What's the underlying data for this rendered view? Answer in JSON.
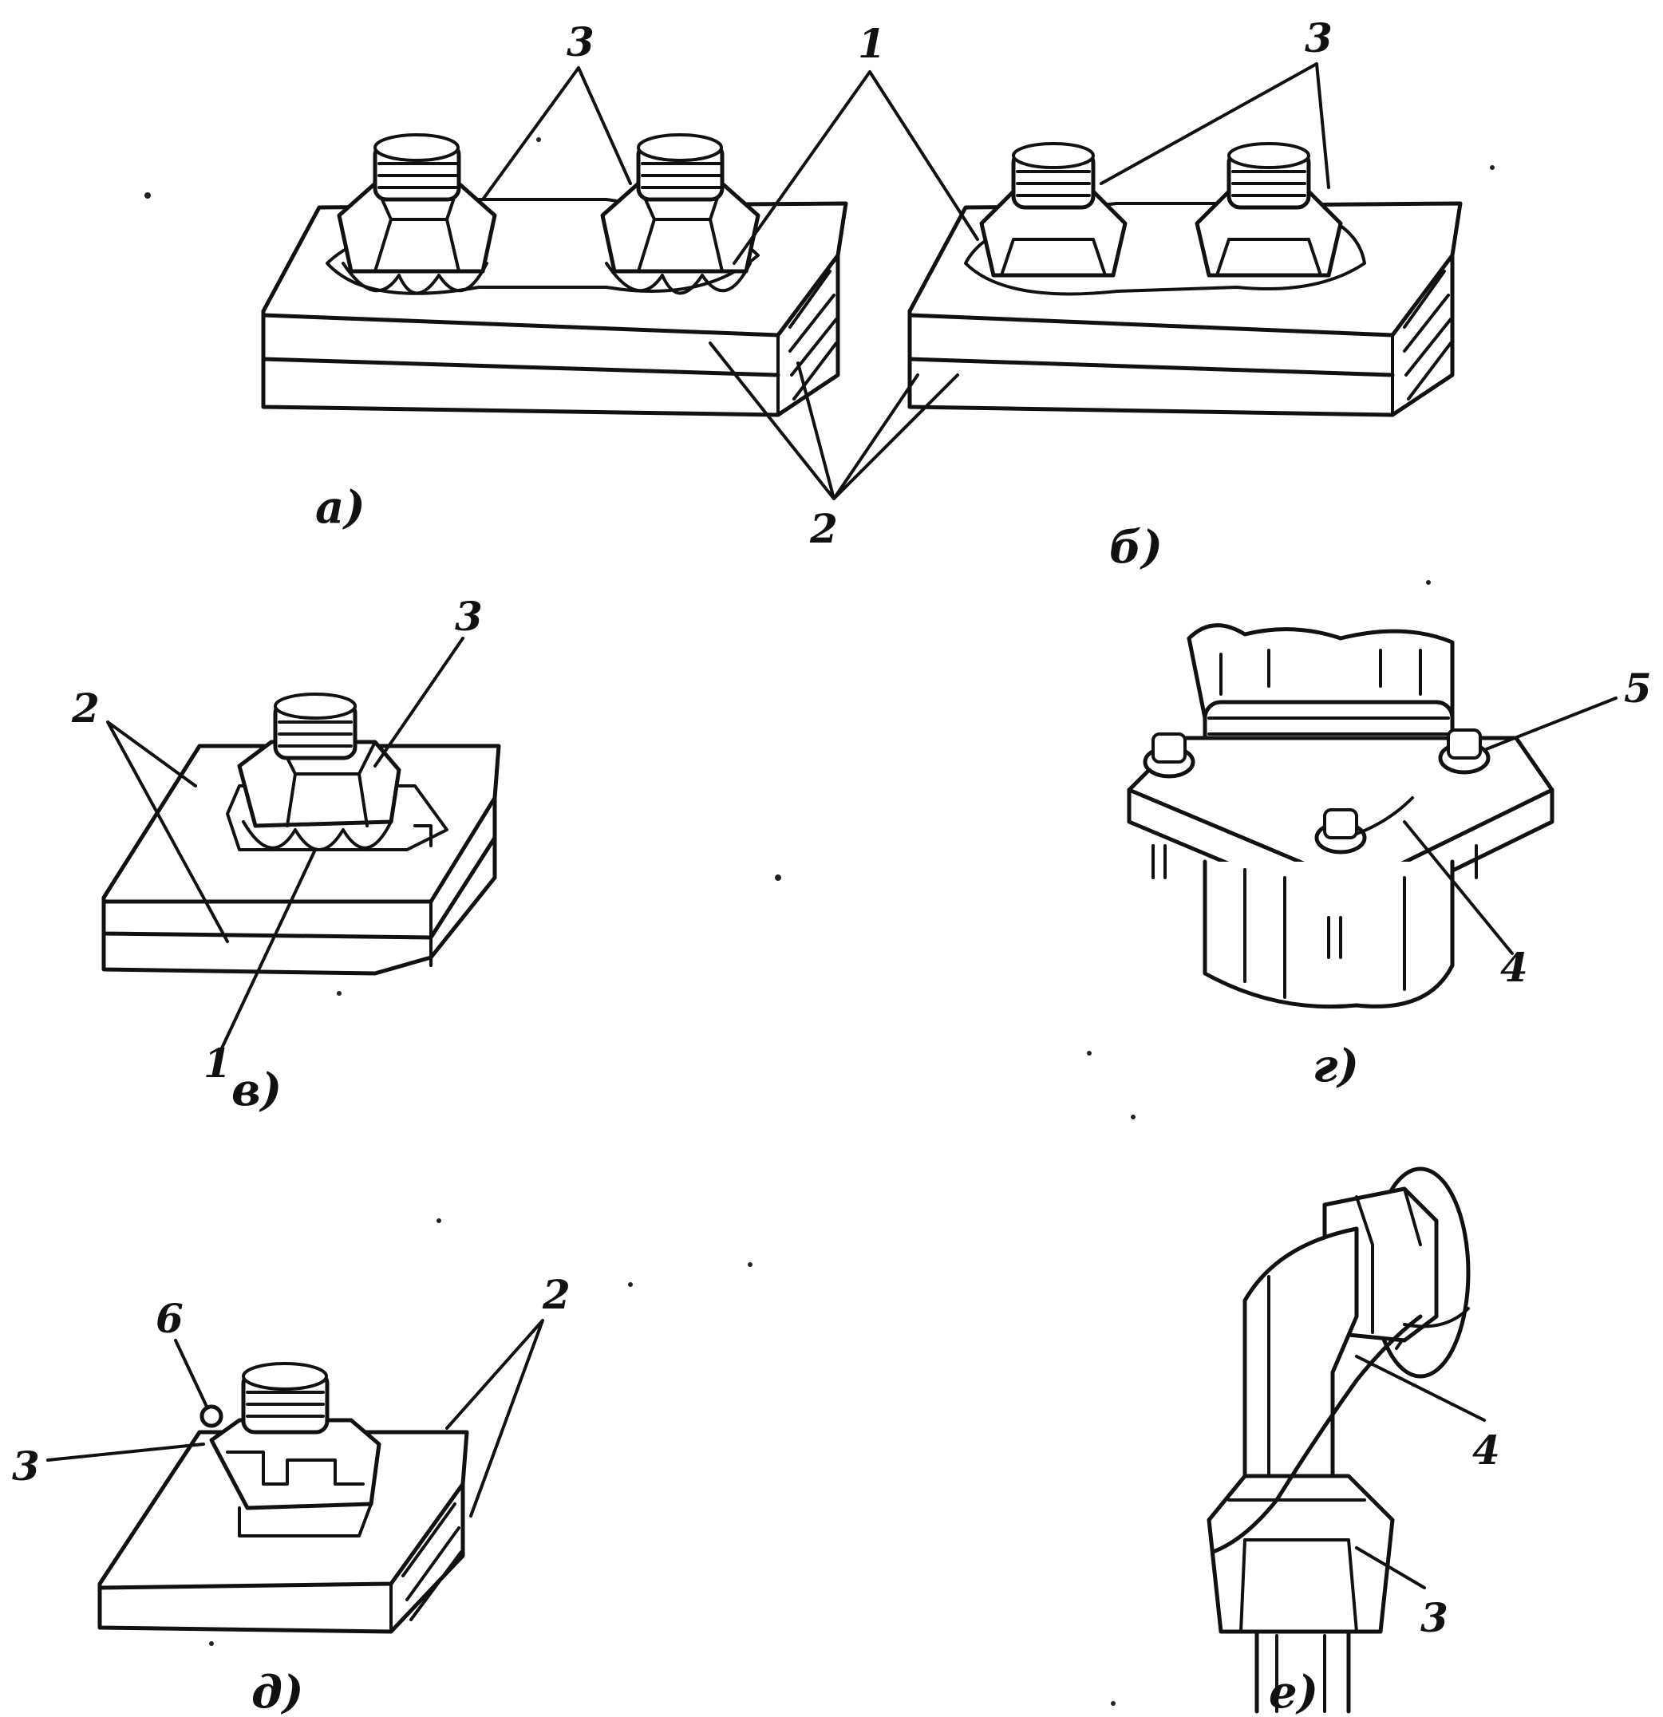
{
  "figure": {
    "panels": [
      {
        "caption": "а)"
      },
      {
        "caption": "б)"
      },
      {
        "caption": "в)"
      },
      {
        "caption": "г)"
      },
      {
        "caption": "д)"
      },
      {
        "caption": "е)"
      }
    ],
    "callouts": {
      "one": "1",
      "two": "2",
      "three": "3",
      "four": "4",
      "five": "5",
      "six": "6"
    }
  }
}
